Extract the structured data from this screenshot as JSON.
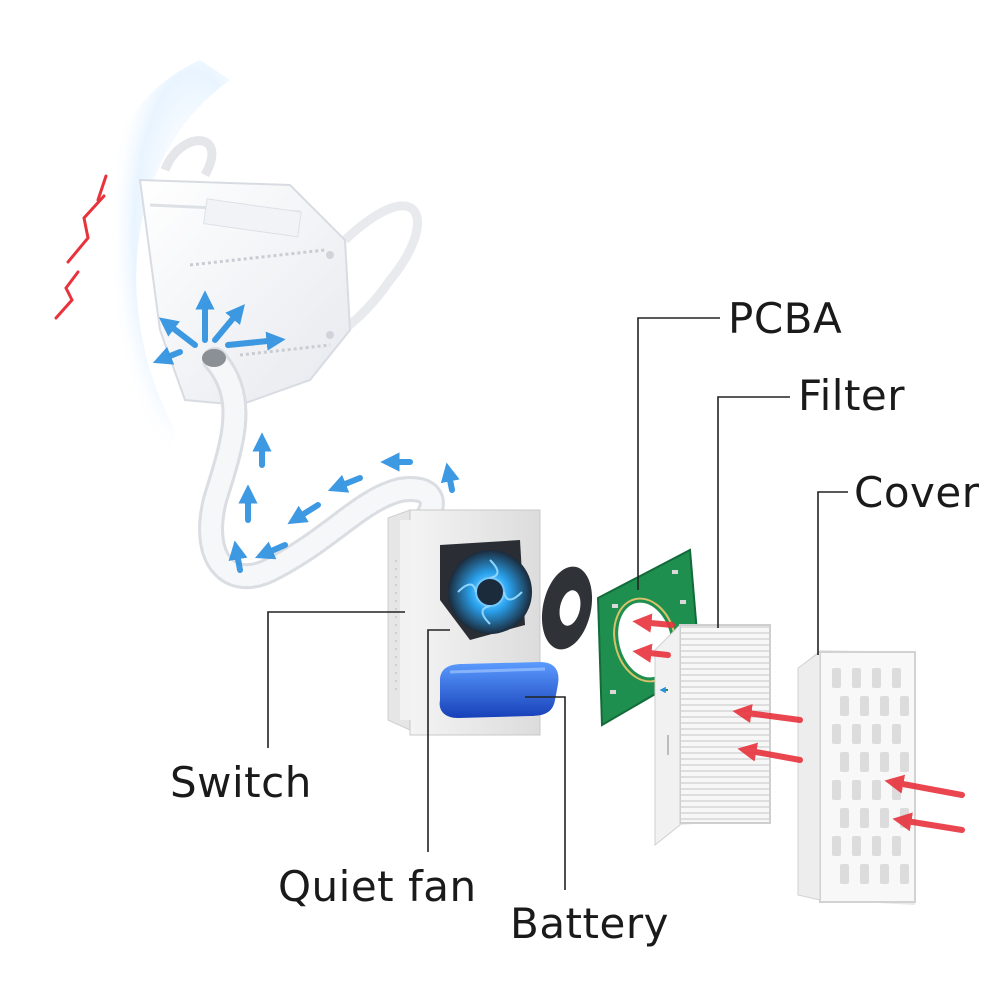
{
  "labels": {
    "pcba": "PCBA",
    "filter": "Filter",
    "cover": "Cover",
    "switch": "Switch",
    "quiet_fan": "Quiet fan",
    "battery": "Battery"
  },
  "colors": {
    "airflow_clean": "#2a8fe0",
    "airflow_intake": "#e8323c",
    "pcb_green": "#1e8f4e",
    "battery_blue": "#1f5fd6",
    "leader_line": "#222222"
  },
  "icons": {
    "mask": "kn95-mask",
    "tube": "corrugated-hose",
    "housing": "fan-housing",
    "fan": "blower-fan",
    "gasket": "rubber-gasket-ring",
    "pcb": "circuit-board",
    "filter": "pleated-filter",
    "cover": "vented-cover"
  }
}
